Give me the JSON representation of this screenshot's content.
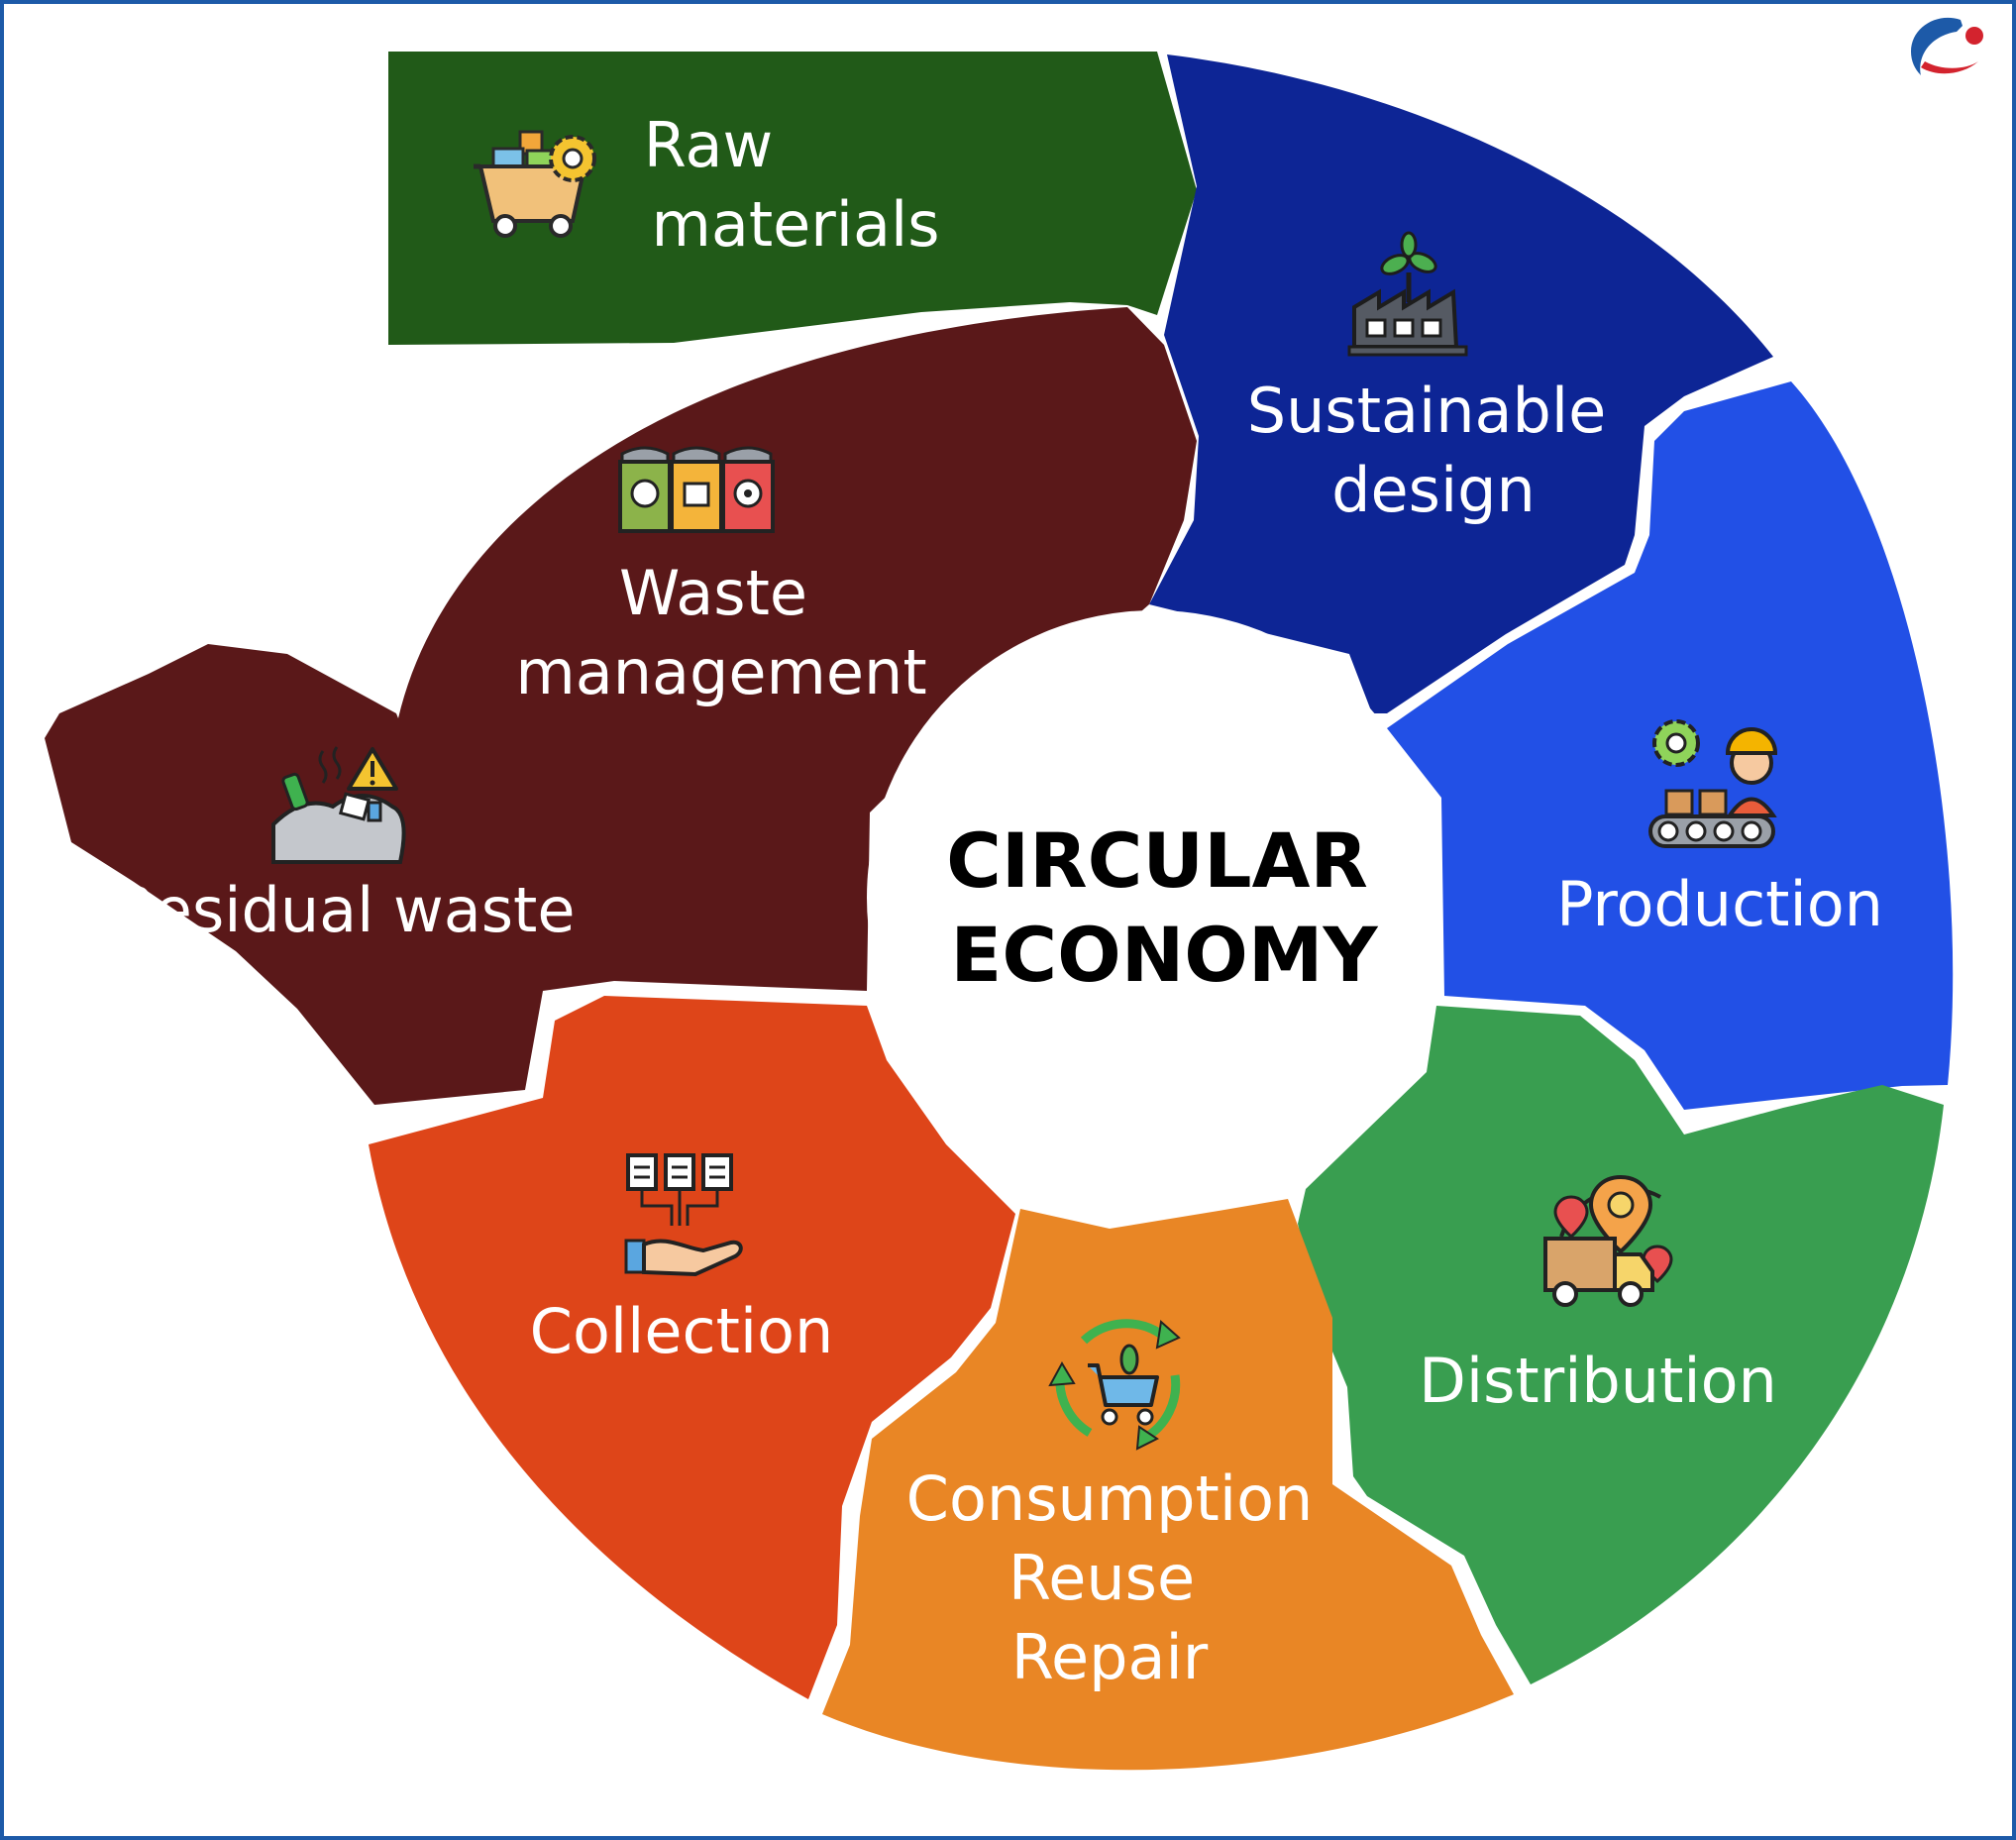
{
  "center": {
    "line1": "CIRCULAR",
    "line2": "ECONOMY"
  },
  "stages": {
    "raw_materials": {
      "line1": "Raw",
      "line2": "materials",
      "color": "#215a18",
      "icon": "mining-cart-icon"
    },
    "sustainable_design": {
      "line1": "Sustainable",
      "line2": "design",
      "color": "#0d2595",
      "icon": "eco-factory-icon"
    },
    "production": {
      "label": "Production",
      "color": "#2250e6",
      "icon": "worker-conveyor-icon"
    },
    "distribution": {
      "label": "Distribution",
      "color": "#399e50",
      "icon": "delivery-truck-icon"
    },
    "consumption": {
      "line1": "Consumption",
      "line2": "Reuse",
      "line3": "Repair",
      "color": "#e98625",
      "icon": "recycle-cart-icon"
    },
    "collection": {
      "label": "Collection",
      "color": "#de4519",
      "icon": "hand-documents-icon"
    },
    "waste_management": {
      "line1": "Waste",
      "line2": "management",
      "color": "#5a1819",
      "icon": "recycling-bins-icon"
    },
    "residual_waste": {
      "label": "Residual waste",
      "color": "#5a1819",
      "icon": "waste-pile-icon"
    }
  },
  "logo": {
    "icon": "brand-logo-icon",
    "primary": "#1d5aa8",
    "accent": "#d3232e"
  }
}
